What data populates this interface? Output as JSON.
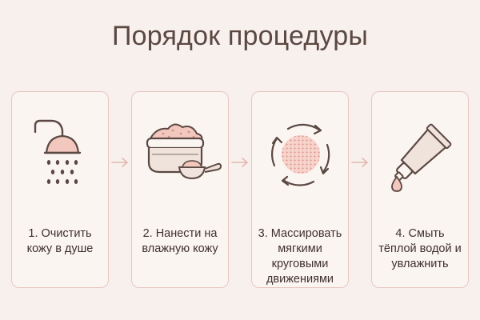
{
  "title": "Порядок процедуры",
  "steps": [
    {
      "label": "1. Очистить кожу в душе",
      "icon": "shower-icon"
    },
    {
      "label": "2. Нанести на влажную кожу",
      "icon": "scrub-jar-icon"
    },
    {
      "label": "3. Массировать мягкими круговыми движениями",
      "icon": "circular-massage-icon"
    },
    {
      "label": "4. Смыть тёплой водой и увлажнить",
      "icon": "cream-tube-icon"
    }
  ],
  "colors": {
    "background": "#f8f0ec",
    "card_border": "#e6c6bf",
    "icon_stroke": "#5b4842",
    "accent_pink": "#f2c7bd",
    "arrow": "#e2b7ae"
  }
}
